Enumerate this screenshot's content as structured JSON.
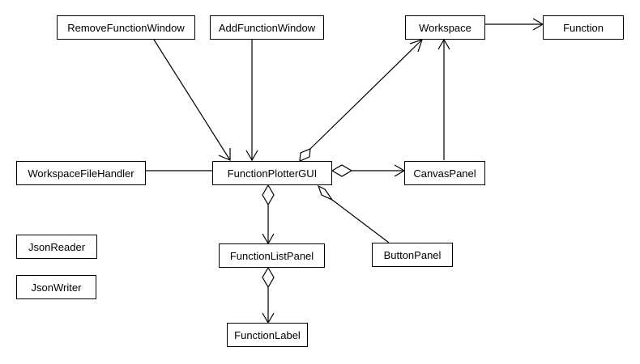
{
  "diagram": {
    "nodes": {
      "remove_function_window": "RemoveFunctionWindow",
      "add_function_window": "AddFunctionWindow",
      "workspace": "Workspace",
      "function": "Function",
      "workspace_file_handler": "WorkspaceFileHandler",
      "function_plotter_gui": "FunctionPlotterGUI",
      "canvas_panel": "CanvasPanel",
      "json_reader": "JsonReader",
      "json_writer": "JsonWriter",
      "function_list_panel": "FunctionListPanel",
      "button_panel": "ButtonPanel",
      "function_label": "FunctionLabel"
    }
  }
}
